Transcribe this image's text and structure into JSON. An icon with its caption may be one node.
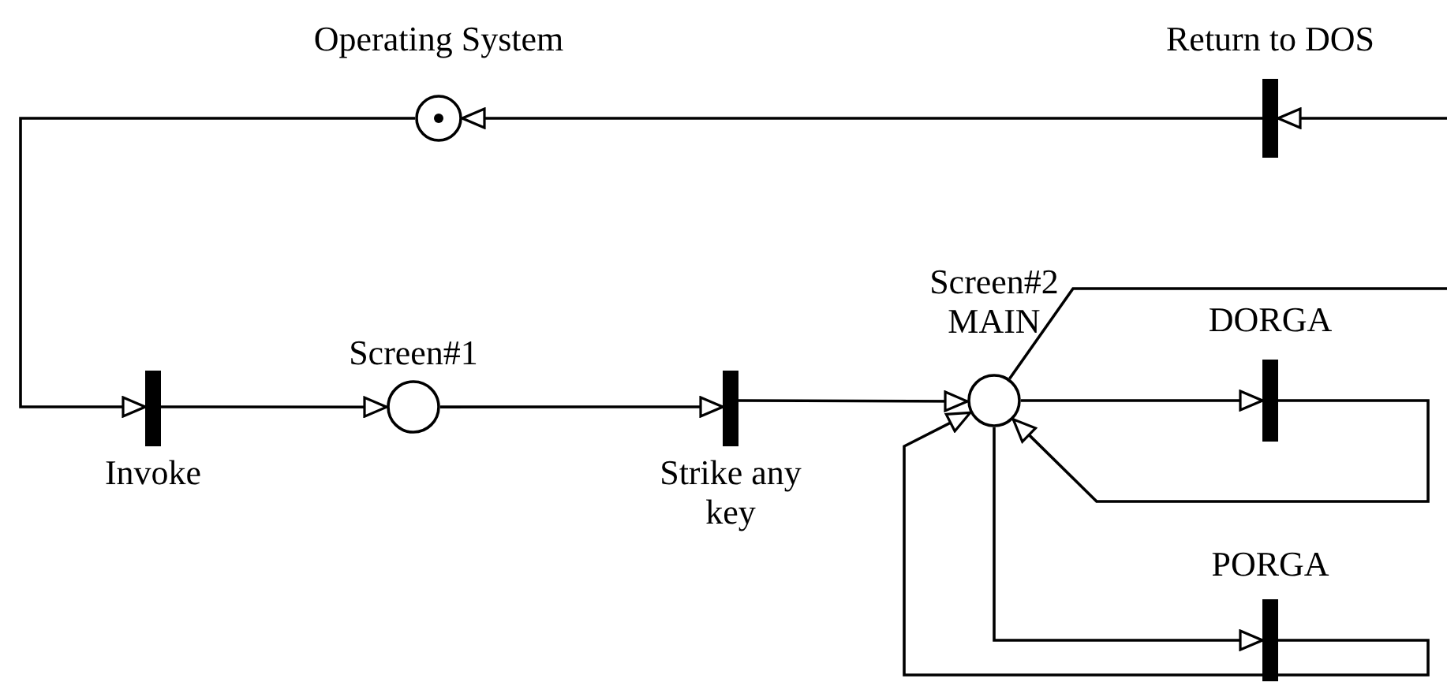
{
  "diagram": {
    "nodes": [
      {
        "text": [
          "Operating System"
        ]
      },
      {
        "text": [
          "Return to DOS"
        ]
      },
      {
        "text": [
          "Invoke"
        ]
      },
      {
        "text": [
          "Screen#1"
        ]
      },
      {
        "text": [
          "Strike any key"
        ]
      },
      {
        "text": [
          "Screen#2 MAIN"
        ]
      },
      {
        "text": [
          "DORGA"
        ]
      },
      {
        "text": [
          "PORGA"
        ]
      }
    ],
    "edges": [
      {
        "from": 1,
        "to": 0,
        "arrow": "to"
      },
      {
        "from": 0,
        "to": 2,
        "arrow": "to"
      },
      {
        "from": 2,
        "to": 3,
        "arrow": "to"
      },
      {
        "from": 3,
        "to": 4,
        "arrow": "to"
      },
      {
        "from": 4,
        "to": 5,
        "arrow": "to"
      },
      {
        "from": 5,
        "to": null,
        "arrow": "none"
      },
      {
        "from": null,
        "to": 1,
        "arrow": "to"
      },
      {
        "from": 5,
        "to": 6,
        "arrow": "to"
      },
      {
        "from": 6,
        "to": 5,
        "arrow": "to"
      },
      {
        "from": 5,
        "to": 7,
        "arrow": "to"
      },
      {
        "from": 7,
        "to": 5,
        "arrow": "to"
      }
    ]
  }
}
